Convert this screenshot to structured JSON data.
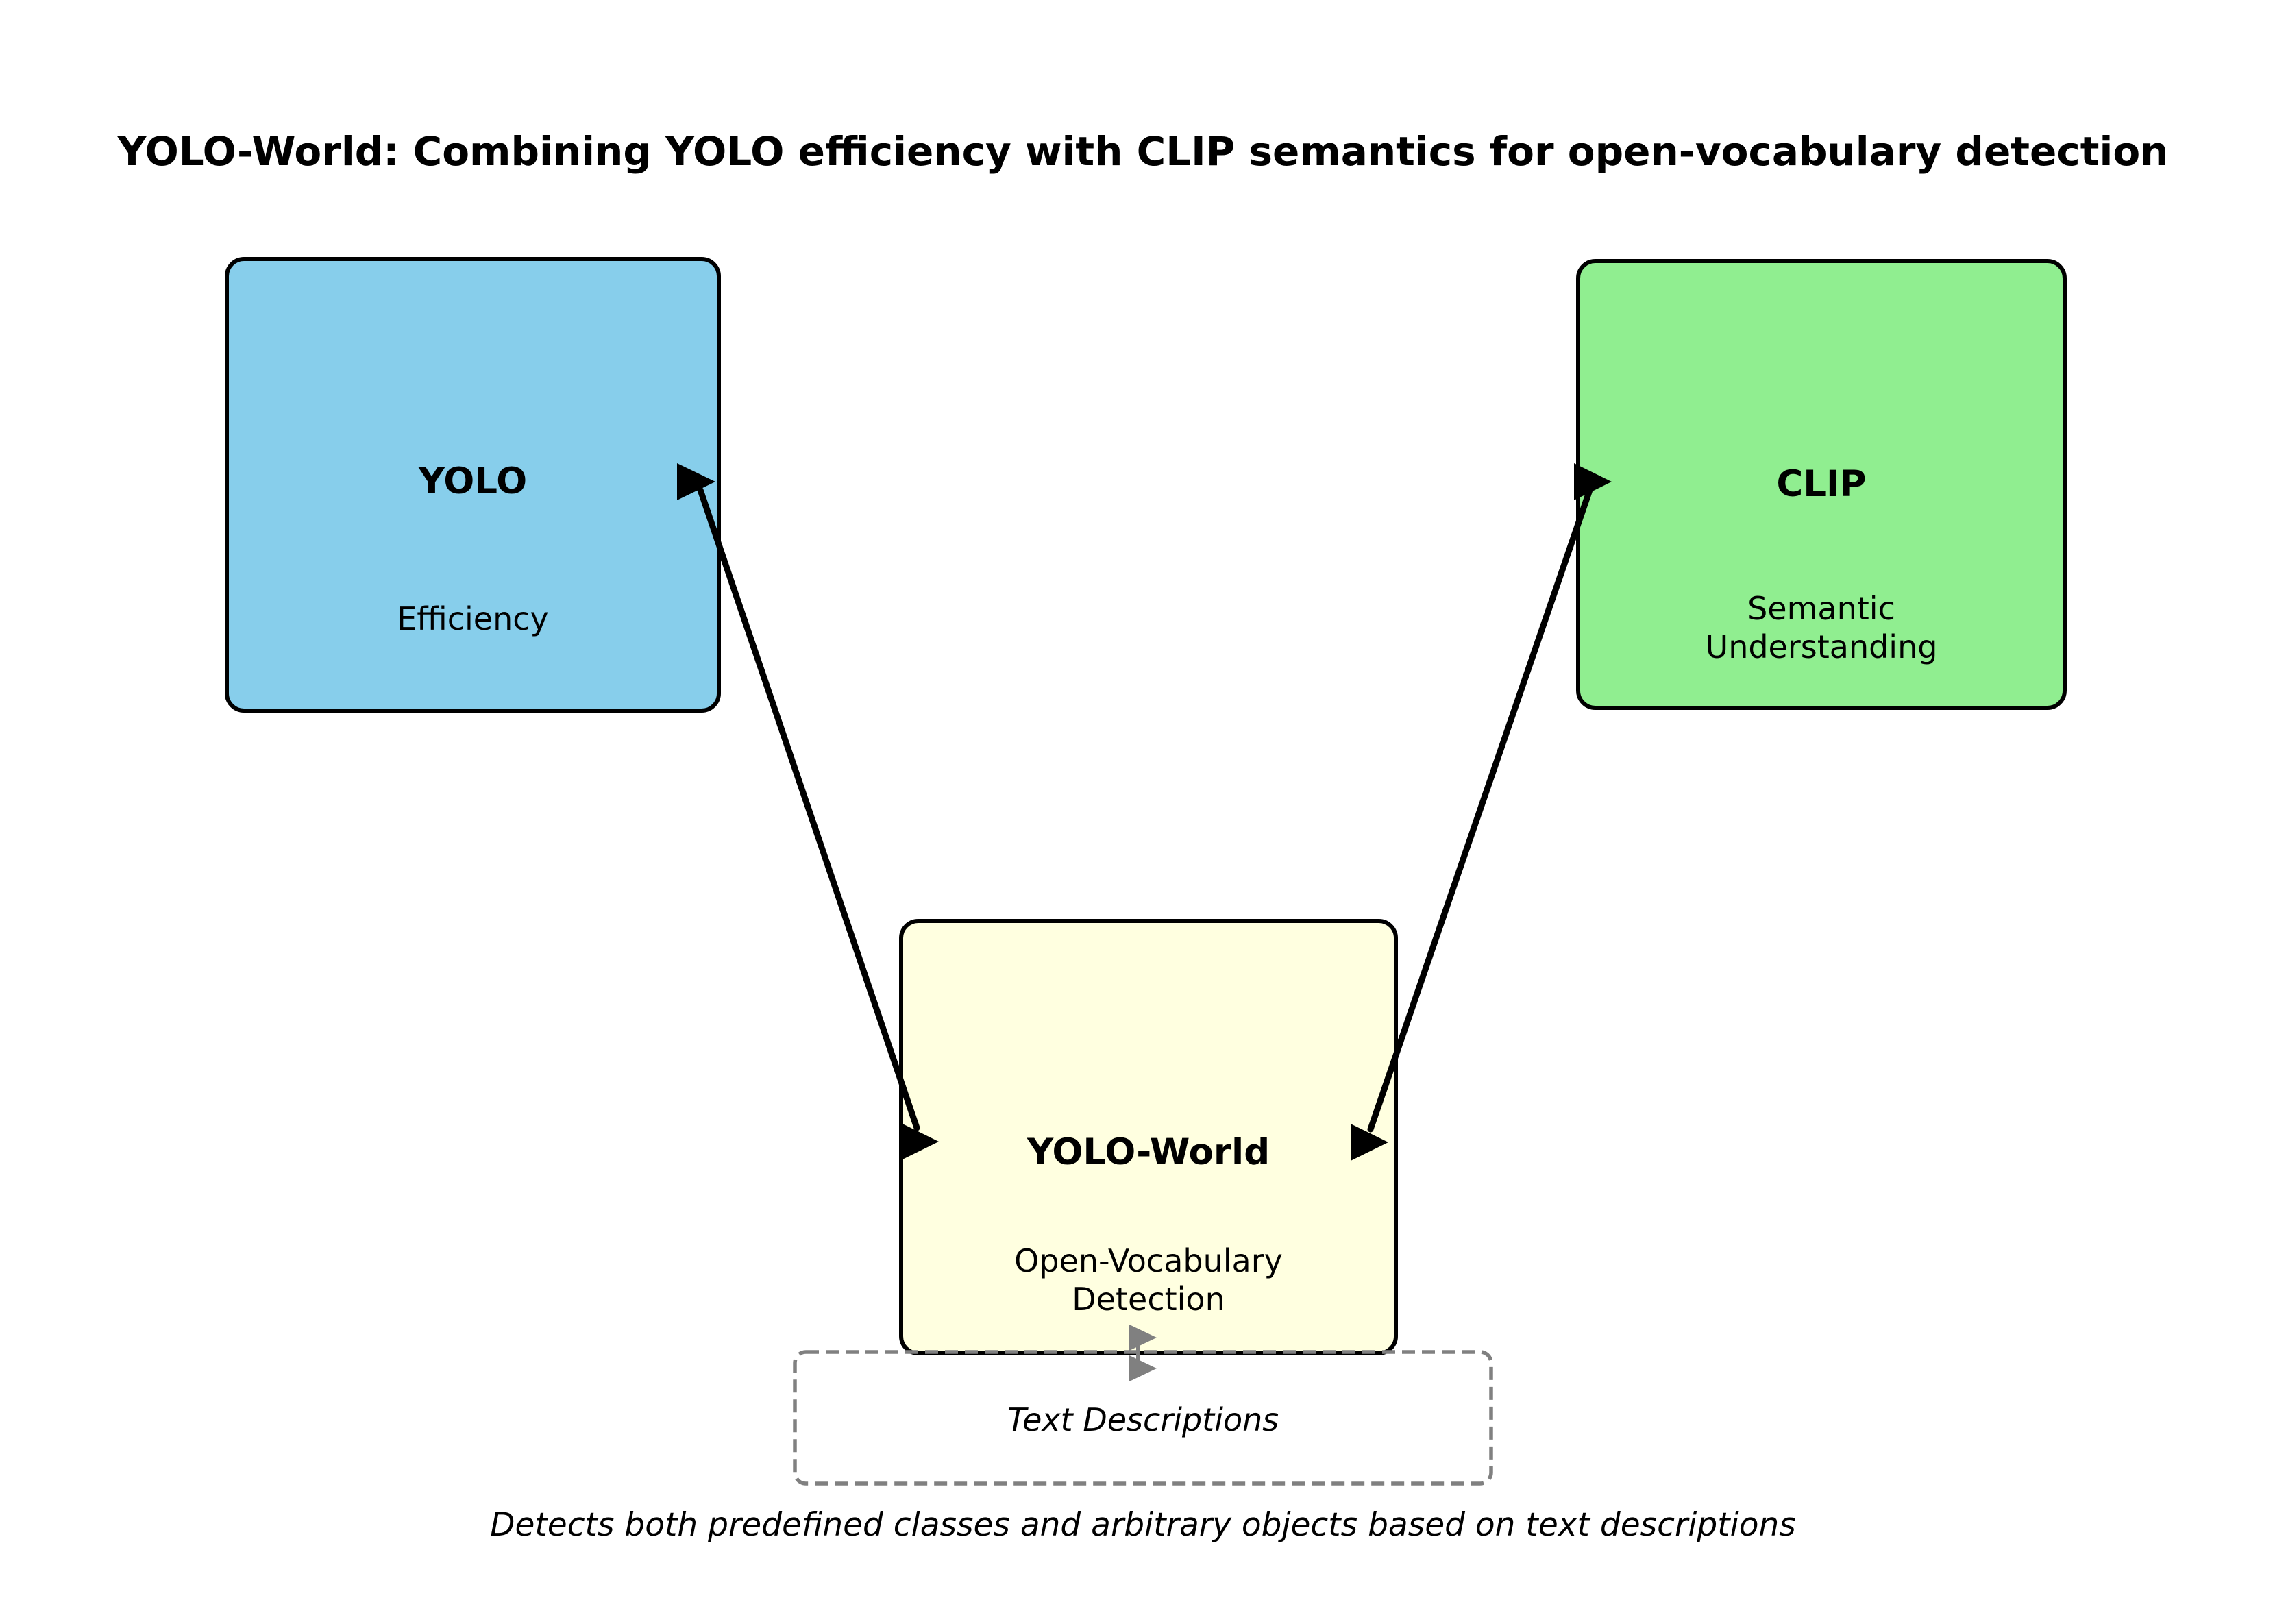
{
  "title": "YOLO-World: Combining YOLO efficiency with CLIP semantics for open-vocabulary detection",
  "nodes": {
    "yolo": {
      "label": "YOLO",
      "sublabel": "Efficiency",
      "fill": "#87CEEB"
    },
    "clip": {
      "label": "CLIP",
      "sublabel": "Semantic\nUnderstanding",
      "fill": "#90EE90"
    },
    "yolo_world": {
      "label": "YOLO-World",
      "sublabel": "Open-Vocabulary\nDetection",
      "fill": "#FFFFE0"
    },
    "text_descriptions": {
      "label": "Text Descriptions"
    }
  },
  "caption": "Detects both predefined classes and arbitrary objects based on text descriptions",
  "colors": {
    "arrow": "#000000",
    "connector_gray": "#808080",
    "node_border": "#000000",
    "dashed_border": "#808080",
    "background": "#FFFFFF",
    "text": "#000000"
  }
}
